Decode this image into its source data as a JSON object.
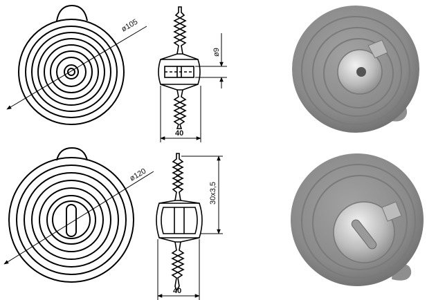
{
  "top": {
    "front_diameter_label": "ø105",
    "side_hole_label": "ø9",
    "side_width_label": "40"
  },
  "bottom": {
    "front_diameter_label": "ø120",
    "side_thread_label": "30x3,5",
    "side_width_label": "40"
  },
  "colors": {
    "line": "#000000",
    "rubber": "#8c8c8c",
    "rubber_dark": "#6f6f6f",
    "metal": "#c9c9c9",
    "background": "#ffffff"
  },
  "icons": [
    "product-photo-top",
    "product-photo-bottom"
  ]
}
